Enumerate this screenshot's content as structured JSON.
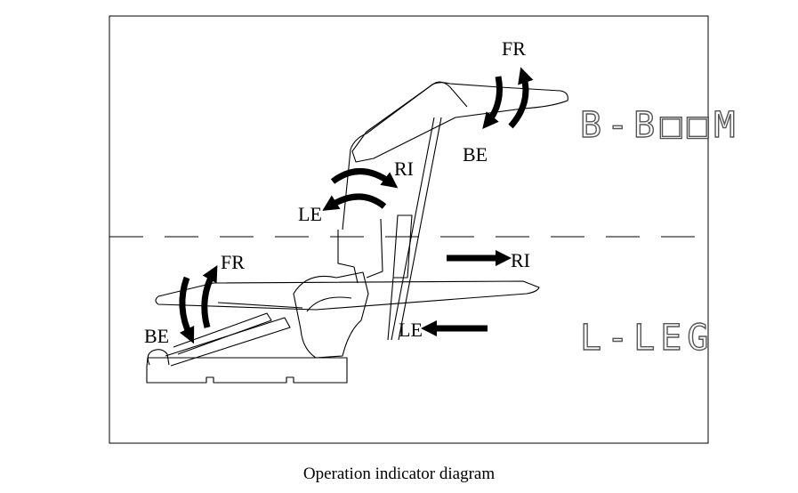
{
  "labels": {
    "boom_fr": "FR",
    "boom_be": "BE",
    "boom_ri": "RI",
    "boom_le": "LE",
    "leg_fr": "FR",
    "leg_be": "BE",
    "leg_ri": "RI",
    "leg_le": "LE"
  },
  "sections": {
    "upper": "B-B□□M",
    "lower": "L-LEG"
  },
  "caption": "Operation indicator diagram"
}
